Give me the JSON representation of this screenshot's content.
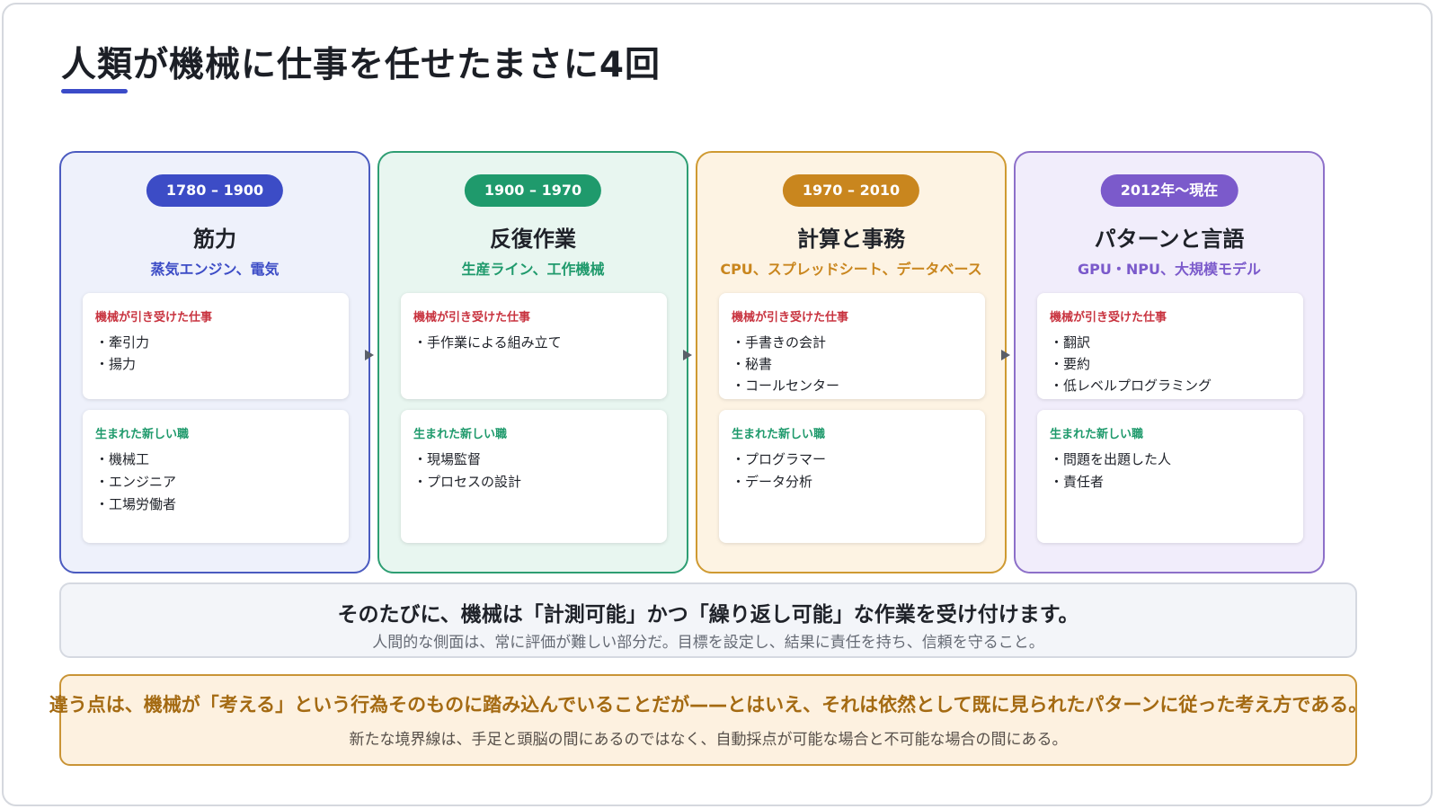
{
  "title": "人類が機械に仕事を任せたまさに4回",
  "eras": [
    {
      "period": "1780 – 1900",
      "title": "筋力",
      "tech": "蒸気エンジン、電気",
      "took_label": "機械が引き受けた仕事",
      "took": [
        "牽引力",
        "揚力"
      ],
      "born_label": "生まれた新しい職",
      "born": [
        "機械工",
        "エンジニア",
        "工場労働者"
      ]
    },
    {
      "period": "1900 – 1970",
      "title": "反復作業",
      "tech": "生産ライン、工作機械",
      "took_label": "機械が引き受けた仕事",
      "took": [
        "手作業による組み立て"
      ],
      "born_label": "生まれた新しい職",
      "born": [
        "現場監督",
        "プロセスの設計"
      ]
    },
    {
      "period": "1970 – 2010",
      "title": "計算と事務",
      "tech": "CPU、スプレッドシート、データベース",
      "took_label": "機械が引き受けた仕事",
      "took": [
        "手書きの会計",
        "秘書",
        "コールセンター"
      ],
      "born_label": "生まれた新しい職",
      "born": [
        "プログラマー",
        "データ分析"
      ]
    },
    {
      "period": "2012年〜現在",
      "title": "パターンと言語",
      "tech": "GPU・NPU、大規模モデル",
      "took_label": "機械が引き受けた仕事",
      "took": [
        "翻訳",
        "要約",
        "低レベルプログラミング"
      ],
      "born_label": "生まれた新しい職",
      "born": [
        "問題を出題した人",
        "責任者"
      ]
    }
  ],
  "summary": {
    "main": "そのたびに、機械は「計測可能」かつ「繰り返し可能」な作業を受け付けます。",
    "sub": "人間的な側面は、常に評価が難しい部分だ。目標を設定し、結果に責任を持ち、信頼を守ること。"
  },
  "note": {
    "main": "違う点は、機械が「考える」という行為そのものに踏み込んでいることだが——とはいえ、それは依然として既に見られたパターンに従った考え方である。",
    "sub": "新たな境界線は、手足と頭脳の間にあるのではなく、自動採点が可能な場合と不可能な場合の間にある。"
  },
  "colors": {
    "era1": "#3c4cc6",
    "era2": "#1f9a6c",
    "era3": "#c9861e",
    "era4": "#7b5acb",
    "took_label": "#c8333f",
    "note_text": "#a46a12"
  }
}
